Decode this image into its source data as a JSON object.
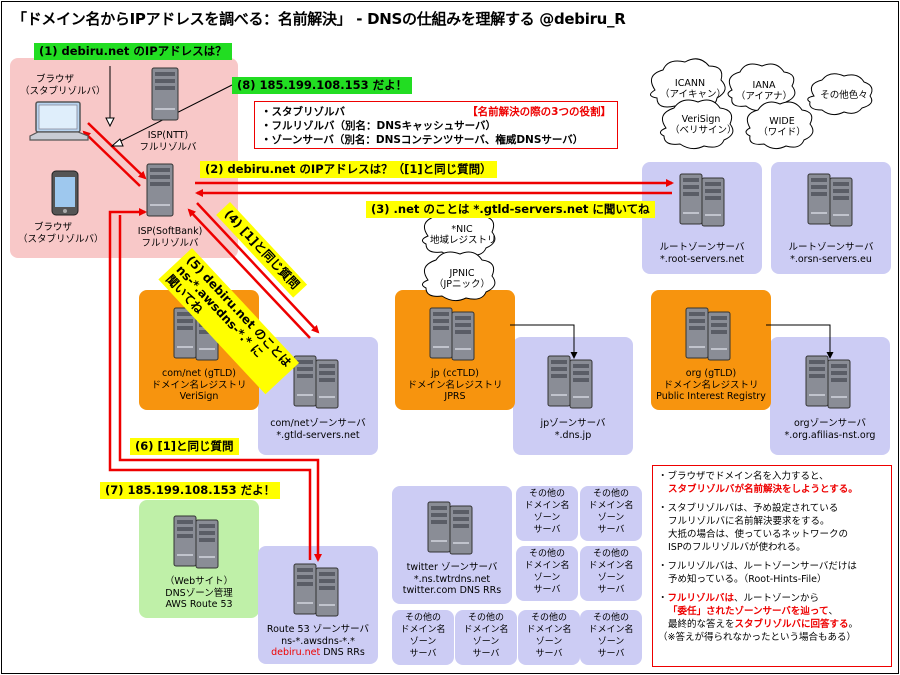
{
  "title": "「ドメイン名からIPアドレスを調べる：名前解決」 - DNSの仕組みを理解する @debiru_R",
  "client": {
    "browser_pc": [
      "ブラウザ",
      "（スタブリゾルバ）"
    ],
    "browser_phone": [
      "ブラウザ",
      "（スタブリゾルバ）"
    ],
    "isp_ntt": [
      "ISP(NTT)",
      "フルリゾルバ"
    ],
    "isp_softbank": [
      "ISP(SoftBank)",
      "フルリゾルバ"
    ]
  },
  "steps": {
    "s1": "(1) debiru.net のIPアドレスは？",
    "s2": "(2) debiru.net のIPアドレスは？（[1]と同じ質問）",
    "s3": "(3) .net のことは *.gtld-servers.net に聞いてね",
    "s4": "(4) [1]と同じ質問",
    "s5": [
      "(5) debiru.net のことは",
      "ns-*.awsdns-*.* に",
      "聞いてね"
    ],
    "s6": "(6) [1]と同じ質問",
    "s7": "(7) 185.199.108.153 だよ！",
    "s8": "(8) 185.199.108.153 だよ！"
  },
  "roles": {
    "items": [
      "・スタブリゾルバ",
      "・フルリゾルバ（別名：DNSキャッシュサーバ）",
      "・ゾーンサーバ（別名：DNSコンテンツサーバ、権威DNSサーバ）"
    ],
    "tag": "【名前解決の際の3つの役割】"
  },
  "clouds": {
    "icann": [
      "ICANN",
      "（アイキャン）"
    ],
    "iana": [
      "IANA",
      "（アイアナ）"
    ],
    "others": [
      "その他色々"
    ],
    "verisign": [
      "VeriSign",
      "（ベリサイン）"
    ],
    "wide": [
      "WIDE",
      "（ワイド）"
    ],
    "nic": [
      "*NIC",
      "地域レジストリ"
    ],
    "jpnic": [
      "JPNIC",
      "（JPニック）"
    ]
  },
  "root_servers": {
    "root": [
      "ルートゾーンサーバ",
      "*.root-servers.net"
    ],
    "orsn": [
      "ルートゾーンサーバ",
      "*.orsn-servers.eu"
    ]
  },
  "registries": {
    "com": [
      "com/net (gTLD)",
      "ドメイン名レジストリ",
      "VeriSign"
    ],
    "jp": [
      "jp (ccTLD)",
      "ドメイン名レジストリ",
      "JPRS"
    ],
    "org": [
      "org (gTLD)",
      "ドメイン名レジストリ",
      "Public Interest Registry"
    ]
  },
  "zones": {
    "comnet": [
      "com/netゾーンサーバ",
      "*.gtld-servers.net"
    ],
    "jp": [
      "jpゾーンサーバ",
      "*.dns.jp"
    ],
    "org": [
      "orgゾーンサーバ",
      "*.org.afilias-nst.org"
    ],
    "twitter": [
      "twitter ゾーンサーバ",
      "*.ns.twtrdns.net",
      "twitter.com DNS RRs"
    ],
    "route53": [
      "Route 53 ゾーンサーバ",
      "ns-*.awsdns-*.*"
    ],
    "route53_rr_domain": "debiru.net",
    "route53_rr_suffix": " DNS RRs",
    "other": [
      "その他の",
      "ドメイン名",
      "ゾーン",
      "サーバ"
    ]
  },
  "website": [
    "（Webサイト）",
    "DNSゾーン管理",
    "AWS Route 53"
  ],
  "notes": {
    "n1_a": "・ブラウザでドメイン名を入力すると、",
    "n1_b": "スタブリゾルバが名前解決をしようとする。",
    "n2_a": "・スタブリゾルバは、予め設定されている",
    "n2_b": "フルリゾルバに名前解決要求をする。",
    "n2_c": "大抵の場合は、使っているネットワークの",
    "n2_d": "ISPのフルリゾルバが使われる。",
    "n3_a": "・フルリゾルバは、ルートゾーンサーバだけは",
    "n3_b": "予め知っている。（Root-Hints-File）",
    "n4_a1": "・",
    "n4_a2": "フルリゾルバは",
    "n4_a3": "、ルートゾーンから",
    "n4_b": "「委任」されたゾーンサーバを辿って",
    "n4_b2": "、",
    "n4_c1": "最終的な答えを",
    "n4_c2": "スタブリゾルバに回答する",
    "n4_c3": "。",
    "n4_d": "（※答えが得られなかったという場合もある）"
  },
  "colors": {
    "red": "#ee0000",
    "yellow": "#ffff00",
    "green_label": "#22dd22",
    "pink": "#f8c8c8",
    "lavender": "#ccccf4",
    "orange": "#f7940e",
    "light_green": "#bff0a8"
  }
}
